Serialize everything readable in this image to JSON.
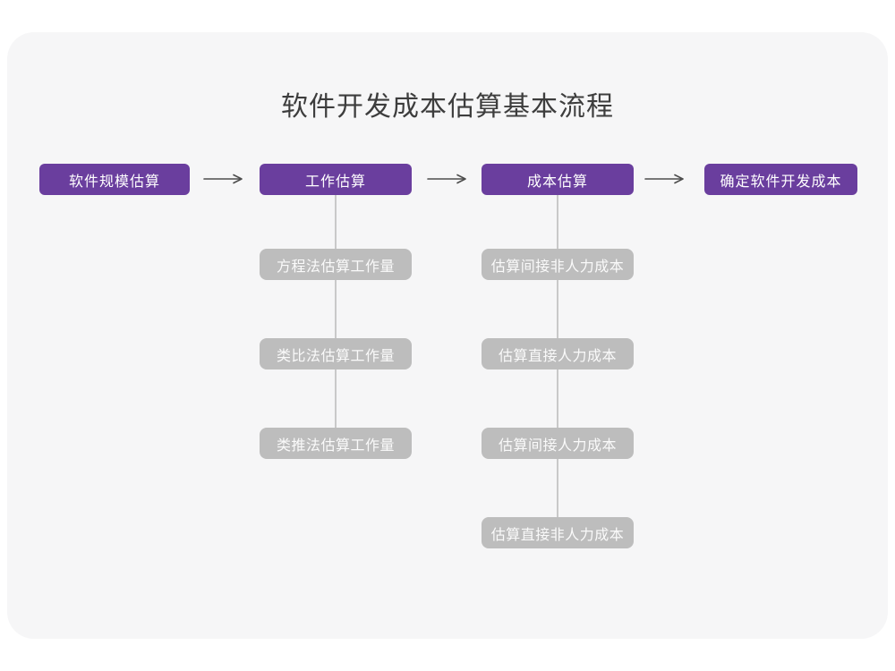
{
  "title": "软件开发成本估算基本流程",
  "stages": [
    {
      "label": "软件规模估算"
    },
    {
      "label": "工作估算"
    },
    {
      "label": "成本估算"
    },
    {
      "label": "确定软件开发成本"
    }
  ],
  "effort_methods": [
    "方程法估算工作量",
    "类比法估算工作量",
    "类推法估算工作量"
  ],
  "cost_components": [
    "估算间接非人力成本",
    "估算直接人力成本",
    "估算间接人力成本",
    "估算直接非人力成本"
  ],
  "colors": {
    "page_bg": "#ffffff",
    "card_bg": "#f6f6f7",
    "stage_fill": "#6a3e9e",
    "stage_text": "#ffffff",
    "method_fill": "#bdbdbd",
    "method_text": "#fafafa",
    "connector_line": "#c9c9c9",
    "arrow": "#4d4d4d",
    "title_text": "#3d3d3d"
  }
}
